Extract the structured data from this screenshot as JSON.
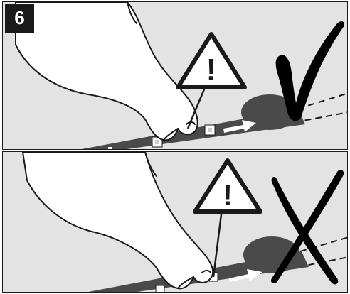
{
  "step_number": "6",
  "colors": {
    "panel_bg": "#e3e3e3",
    "strip": "#4a4a4a",
    "outline": "#1a1a1a",
    "hand": "#ffffff",
    "badge_bg": "#1a1a1a",
    "badge_text": "#ffffff"
  },
  "panels": [
    {
      "id": "correct",
      "verdict": "checkmark-icon"
    },
    {
      "id": "incorrect",
      "verdict": "x-mark-icon"
    }
  ],
  "warning_symbol": "!"
}
